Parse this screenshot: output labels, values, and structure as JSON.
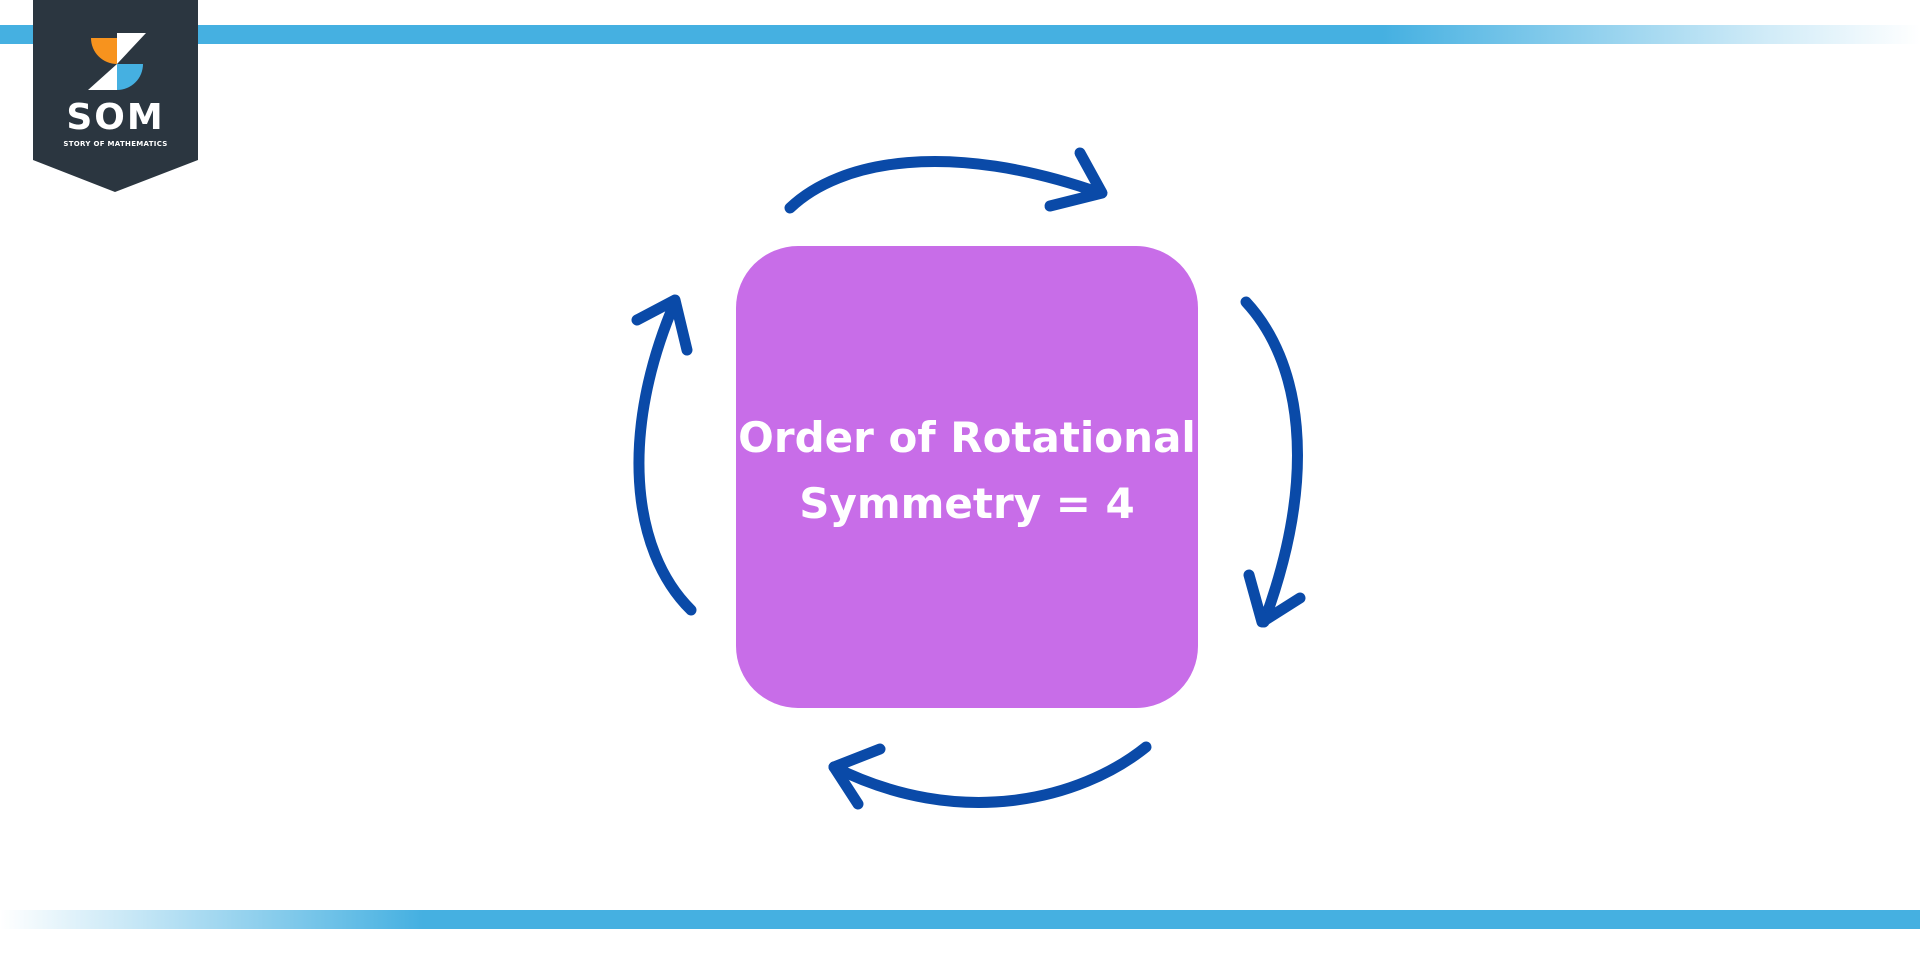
{
  "logo": {
    "name": "SOM",
    "tagline": "STORY OF MATHEMATICS"
  },
  "diagram": {
    "label_line1": "Order of Rotational",
    "label_line2": "Symmetry = 4",
    "arrow_count": 4,
    "rotation_direction": "clockwise"
  },
  "colors": {
    "square_fill": "#c86de8",
    "arrow": "#0a4aa8",
    "stripe": "#45b0e1",
    "logo_background": "#2b3640",
    "logo_orange": "#f7931e",
    "logo_blue": "#45b0e1"
  }
}
